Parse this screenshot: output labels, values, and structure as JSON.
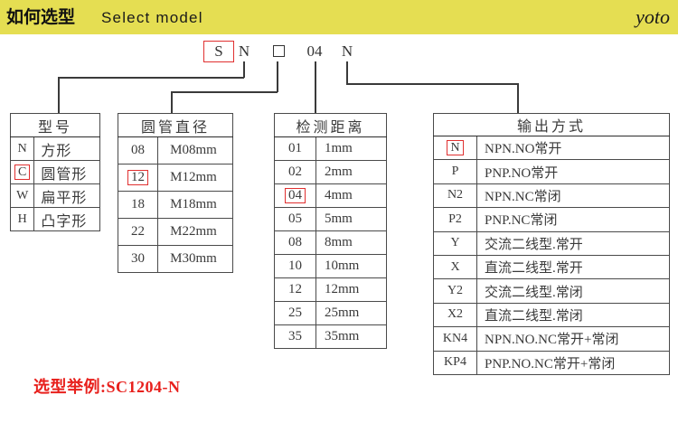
{
  "header": {
    "title_cn": "如何选型",
    "title_en": "Select  model",
    "brand": "yoto",
    "background_color": "#e5de52"
  },
  "model_code": {
    "chars": [
      {
        "text": "S",
        "highlighted": true
      },
      {
        "text": "N",
        "highlighted": false
      },
      {
        "text": "□",
        "highlighted": false
      },
      {
        "text": "04",
        "highlighted": false
      },
      {
        "text": "N",
        "highlighted": false
      }
    ],
    "highlight_color": "#e03030"
  },
  "tables": {
    "model_type": {
      "header": "型号",
      "rows": [
        {
          "code": "N",
          "desc": "方形",
          "selected": false
        },
        {
          "code": "C",
          "desc": "圆管形",
          "selected": true
        },
        {
          "code": "W",
          "desc": "扁平形",
          "selected": false
        },
        {
          "code": "H",
          "desc": "凸字形",
          "selected": false
        }
      ]
    },
    "tube_diameter": {
      "header": "圆管直径",
      "rows": [
        {
          "code": "08",
          "desc": "M08mm",
          "selected": false
        },
        {
          "code": "12",
          "desc": "M12mm",
          "selected": true
        },
        {
          "code": "18",
          "desc": "M18mm",
          "selected": false
        },
        {
          "code": "22",
          "desc": "M22mm",
          "selected": false
        },
        {
          "code": "30",
          "desc": "M30mm",
          "selected": false
        }
      ]
    },
    "detection_distance": {
      "header": "检测距离",
      "rows": [
        {
          "code": "01",
          "desc": "1mm",
          "selected": false
        },
        {
          "code": "02",
          "desc": "2mm",
          "selected": false
        },
        {
          "code": "04",
          "desc": "4mm",
          "selected": true
        },
        {
          "code": "05",
          "desc": "5mm",
          "selected": false
        },
        {
          "code": "08",
          "desc": "8mm",
          "selected": false
        },
        {
          "code": "10",
          "desc": "10mm",
          "selected": false
        },
        {
          "code": "12",
          "desc": "12mm",
          "selected": false
        },
        {
          "code": "25",
          "desc": "25mm",
          "selected": false
        },
        {
          "code": "35",
          "desc": "35mm",
          "selected": false
        }
      ]
    },
    "output_type": {
      "header": "输出方式",
      "rows": [
        {
          "code": "N",
          "desc": "NPN.NO常开",
          "selected": true
        },
        {
          "code": "P",
          "desc": "PNP.NO常开",
          "selected": false
        },
        {
          "code": "N2",
          "desc": "NPN.NC常闭",
          "selected": false
        },
        {
          "code": "P2",
          "desc": "PNP.NC常闭",
          "selected": false
        },
        {
          "code": "Y",
          "desc": "交流二线型.常开",
          "selected": false
        },
        {
          "code": "X",
          "desc": "直流二线型.常开",
          "selected": false
        },
        {
          "code": "Y2",
          "desc": "交流二线型.常闭",
          "selected": false
        },
        {
          "code": "X2",
          "desc": "直流二线型.常闭",
          "selected": false
        },
        {
          "code": "KN4",
          "desc": "NPN.NO.NC常开+常闭",
          "selected": false
        },
        {
          "code": "KP4",
          "desc": "PNP.NO.NC常开+常闭",
          "selected": false
        }
      ]
    }
  },
  "footer": {
    "example_text": "选型举例:SC1204-N",
    "color": "#e8201c"
  }
}
